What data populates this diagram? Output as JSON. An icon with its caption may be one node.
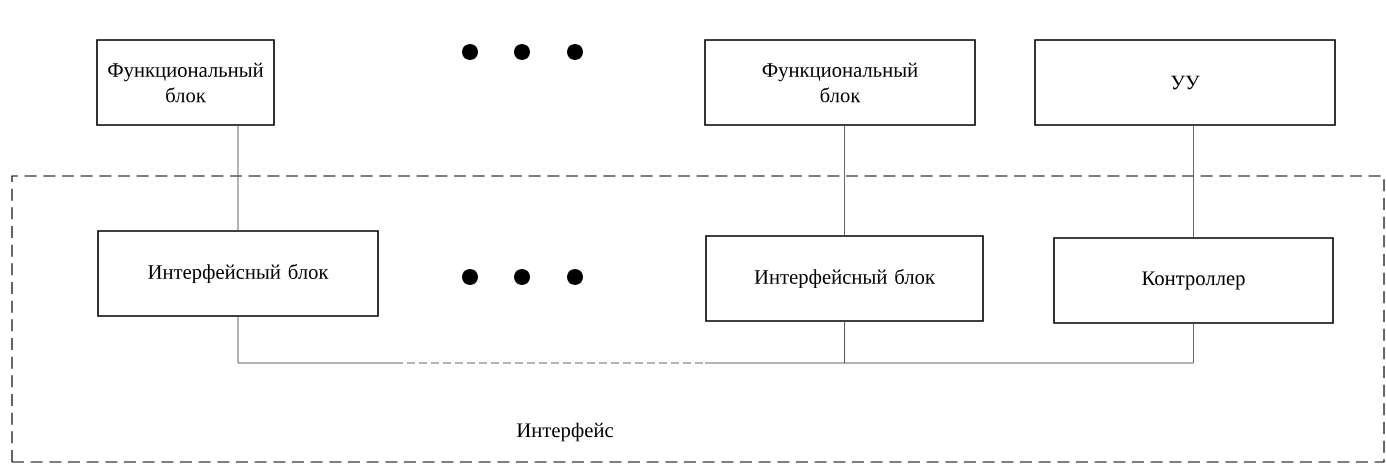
{
  "diagram": {
    "nodes": [
      {
        "text": [
          "Функциональный блок"
        ]
      },
      {
        "text": [
          "Функциональный блок"
        ]
      },
      {
        "text": [
          "УУ"
        ]
      },
      {
        "text": [
          "Интерфейс"
        ]
      },
      {
        "text": [
          "Интерфейсный блок"
        ],
        "in": 3
      },
      {
        "text": [
          "Интерфейсный блок"
        ],
        "in": 3
      },
      {
        "text": [
          "Контроллер"
        ],
        "in": 3
      }
    ],
    "edges": [
      {
        "from": 0,
        "to": 4,
        "arrow": "none"
      },
      {
        "from": 1,
        "to": 5,
        "arrow": "none"
      },
      {
        "from": 2,
        "to": 6,
        "arrow": "none"
      },
      {
        "from": 4,
        "to": 5,
        "arrow": "none"
      },
      {
        "from": 5,
        "to": 6,
        "arrow": "none"
      }
    ]
  }
}
